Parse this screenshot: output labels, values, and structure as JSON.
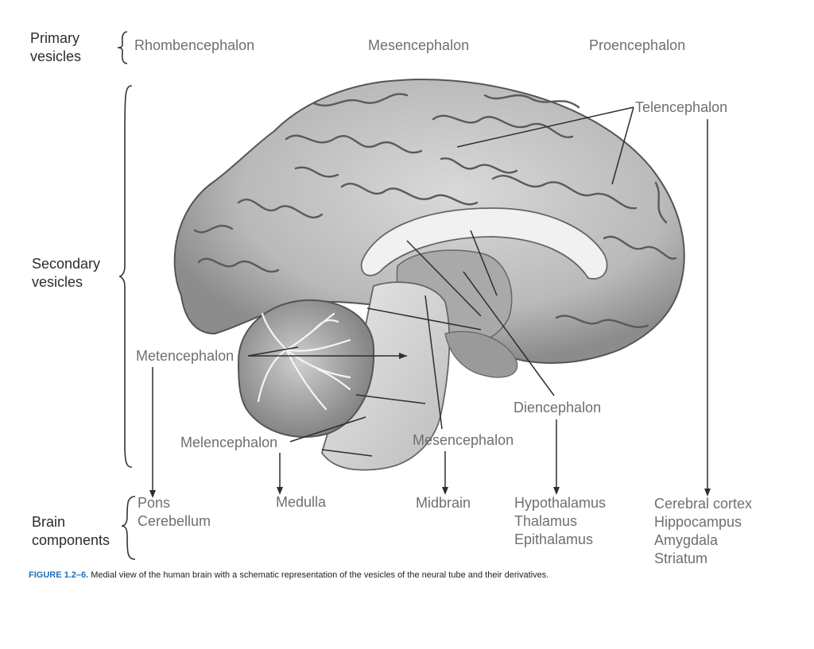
{
  "primary": {
    "heading": [
      "Primary",
      "vesicles"
    ],
    "items": [
      "Rhombencephalon",
      "Mesencephalon",
      "Proencephalon"
    ]
  },
  "secondary": {
    "heading": [
      "Secondary",
      "vesicles"
    ],
    "labels": {
      "telencephalon": "Telencephalon",
      "metencephalon": "Metencephalon",
      "melencephalon": "Melencephalon",
      "mesencephalon": "Mesencephalon",
      "diencephalon": "Diencephalon"
    }
  },
  "components": {
    "heading": [
      "Brain",
      "components"
    ],
    "metencephalon_group": [
      "Pons",
      "Cerebellum"
    ],
    "melencephalon_group": [
      "Medulla"
    ],
    "mesencephalon_group": [
      "Midbrain"
    ],
    "diencephalon_group": [
      "Hypothalamus",
      "Thalamus",
      "Epithalamus"
    ],
    "telencephalon_group": [
      "Cerebral cortex",
      "Hippocampus",
      "Amygdala",
      "Striatum"
    ]
  },
  "caption": {
    "figure_id": "FIGURE 1.2–6.",
    "text": " Medial view of the human brain with a schematic representation of the vesicles of the neural tube and their derivatives."
  },
  "colors": {
    "caption_accent": "#1f6fb5",
    "label_gray": "#6f6f6f",
    "label_dark": "#2c2c2c"
  }
}
